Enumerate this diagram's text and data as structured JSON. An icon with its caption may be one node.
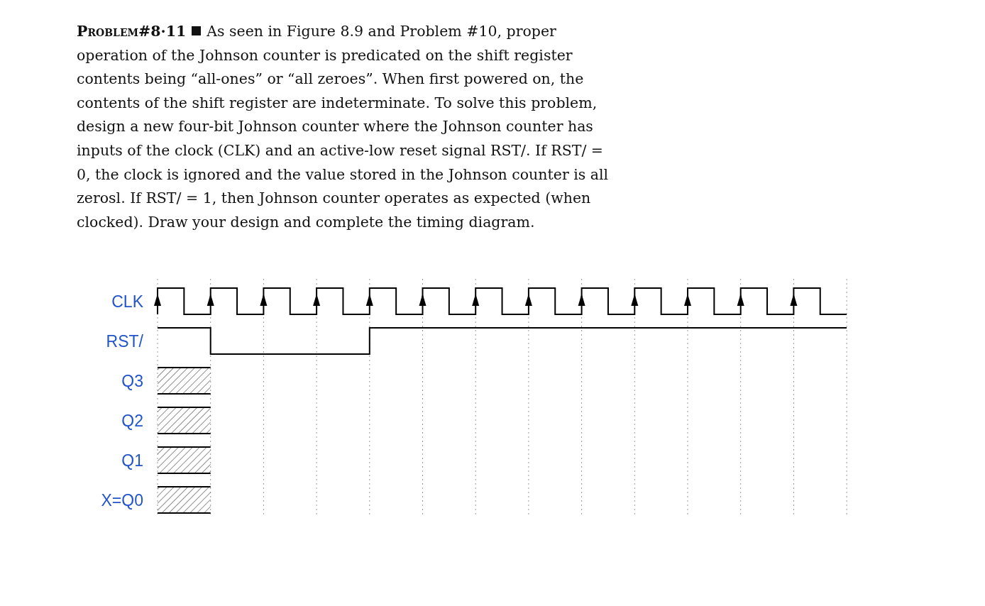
{
  "diagram": {
    "labels": [
      "Problem#8·11",
      "As seen in Figure 8.9 and Problem #10, proper operation of the Johnson counter is predicated on the shift register contents being “all-ones” or “all zeroes”. When first powered on, the contents of the shift register are indeterminate. To solve this problem, design a new four-bit Johnson counter where the Johnson counter has inputs of the clock (CLK) and an active-low reset signal RST/. If RST/ = 0, the clock is ignored and the value stored in the Johnson counter is all zerosl. If RST/ = 1, then Johnson counter operates as expected (when clocked). Draw your design and complete the timing diagram.",
      "CLK",
      "RST/",
      "Q3",
      "Q2",
      "Q1",
      "X=Q0"
    ]
  }
}
